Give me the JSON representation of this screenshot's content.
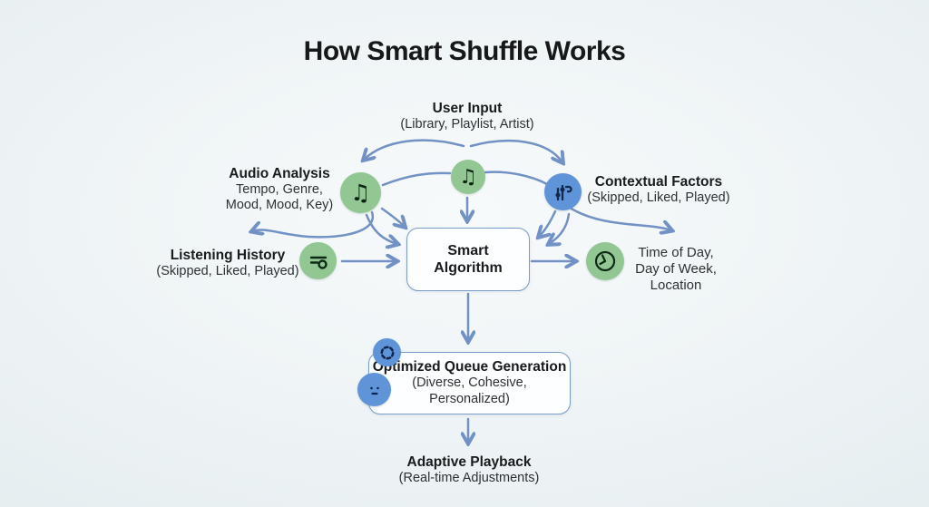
{
  "title": "How Smart Shuffle Works",
  "colors": {
    "background_edge": "#dbe6ea",
    "background_center": "#f7fafb",
    "arrow": "#7291c4",
    "icon_green": "#92c794",
    "icon_blue": "#5f94d8",
    "box_border": "#7b9cc7",
    "box_fill": "#fdfeff",
    "text": "#191b1d"
  },
  "nodes": {
    "user_input": {
      "title": "User Input",
      "subtitle": "(Library, Playlist, Artist)"
    },
    "audio_analysis": {
      "title": "Audio Analysis",
      "line1": "Tempo, Genre,",
      "line2": "Mood, Mood, Key)"
    },
    "contextual_factors": {
      "title": "Contextual Factors",
      "subtitle": "(Skipped, Liked, Played)"
    },
    "listening_history": {
      "title": "Listening History",
      "subtitle": "(Skipped, Liked, Played)"
    },
    "smart_algorithm": {
      "line1": "Smart",
      "line2": "Algorithm"
    },
    "context_details": {
      "line1": "Time of Day,",
      "line2": "Day of Week,",
      "line3": "Location"
    },
    "optimized_queue": {
      "title": "Optimized Queue Generation",
      "line1": "(Diverse, Cohesive,",
      "line2": "Personalized)"
    },
    "adaptive_playback": {
      "title": "Adaptive Playback",
      "subtitle": "(Real-time Adjustments)"
    }
  },
  "icons": {
    "audio_analysis": "music-note-icon",
    "central_input": "music-note-icon",
    "contextual_factors": "sliders-icon",
    "listening_history": "playlist-icon",
    "context_details": "clock-icon",
    "queue_top": "dashed-circle-icon",
    "queue_bottom": "face-icon"
  },
  "music_note_glyph": "♫"
}
